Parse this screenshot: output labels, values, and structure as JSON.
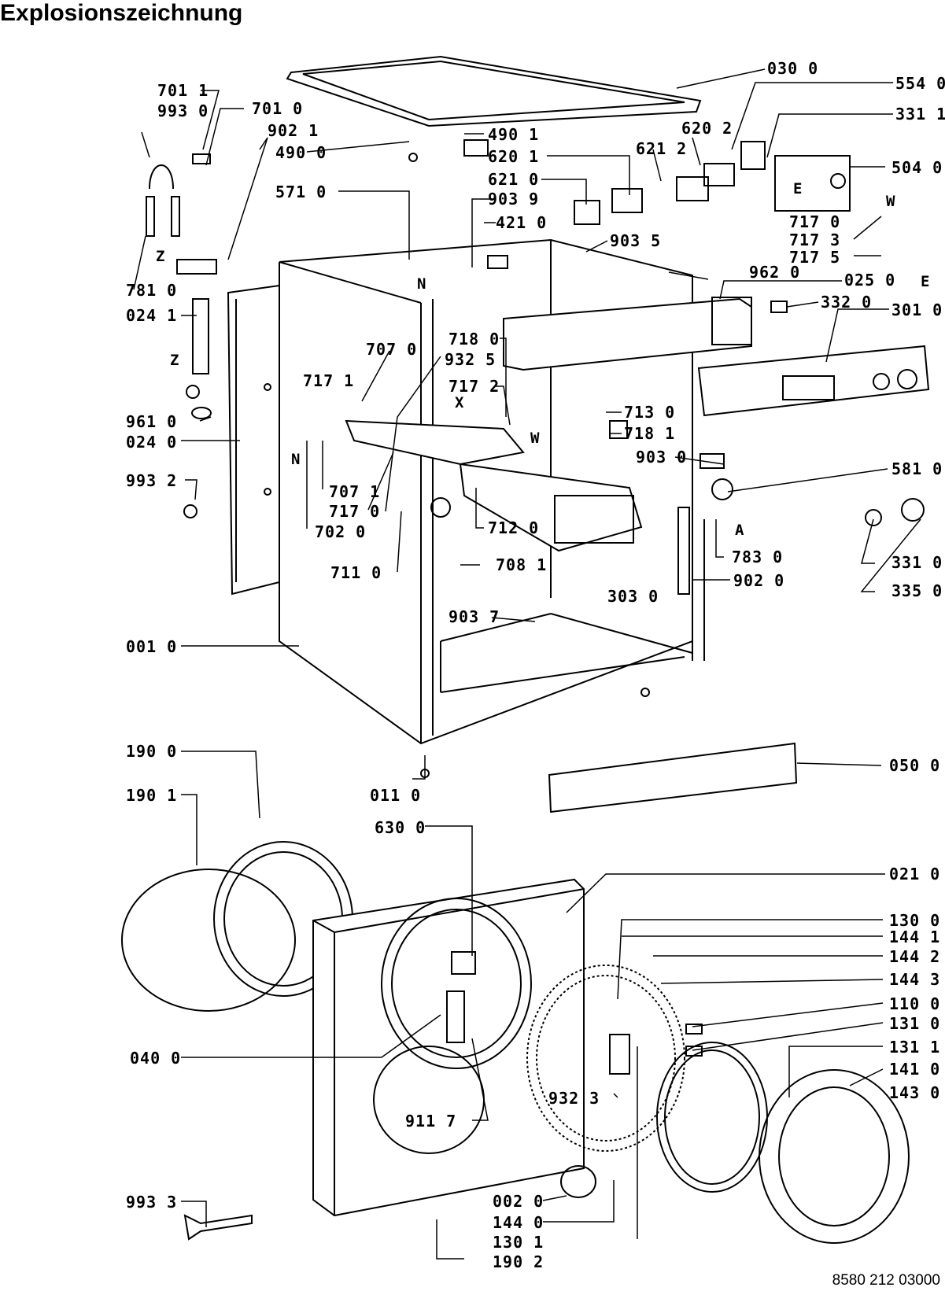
{
  "title": "Explosionszeichnung",
  "drawing_number": "8580 212 03000",
  "letters": {
    "N": "N",
    "Z": "Z",
    "E": "E",
    "W": "W",
    "X": "X",
    "A": "A"
  },
  "parts": {
    "p7011": "701 1",
    "p9930": "993 0",
    "p7010": "701 0",
    "p9021": "902 1",
    "p4900": "490 0",
    "p5710": "571 0",
    "p7810": "781 0",
    "p0241": "024 1",
    "p9610": "961 0",
    "p0240": "024 0",
    "p9932": "993 2",
    "p7070": "707 0",
    "p7171": "717 1",
    "p7180": "718 0",
    "p9325": "932 5",
    "p7172": "717 2",
    "p7071": "707 1",
    "p7170": "717 0",
    "p7020": "702 0",
    "p7120": "712 0",
    "p7110": "711 0",
    "p7081": "708 1",
    "p9037": "903 7",
    "p0010": "001 0",
    "p0300": "030 0",
    "p5540": "554 0",
    "p4901": "490 1",
    "p6201": "620 1",
    "p6202": "620 2",
    "p3311": "331 1",
    "p6212": "621 2",
    "p6210": "621 0",
    "p5040": "504 0",
    "p9039": "903 9",
    "p4210": "421 0",
    "p9035": "903 5",
    "p7173": "717 3",
    "p7175": "717 5",
    "p9620": "962 0",
    "p0250": "025 0",
    "p3320": "332 0",
    "p3010": "301 0",
    "p7130": "713 0",
    "p7181": "718 1",
    "p9030": "903 0",
    "p5810": "581 0",
    "p7830": "783 0",
    "p3310": "331 0",
    "p9020": "902 0",
    "p3350": "335 0",
    "p3030": "303 0",
    "p1900": "190 0",
    "p0110": "011 0",
    "p0500": "050 0",
    "p1901": "190 1",
    "p6300": "630 0",
    "p0210": "021 0",
    "p1300": "130 0",
    "p1441": "144 1",
    "p1442": "144 2",
    "p1443": "144 3",
    "p1100": "110 0",
    "p0400": "040 0",
    "p1310": "131 0",
    "p1311": "131 1",
    "p1410": "141 0",
    "p9323": "932 3",
    "p1430": "143 0",
    "p9117": "911 7",
    "p0020": "002 0",
    "p1440": "144 0",
    "p9933": "993 3",
    "p1301": "130 1",
    "p1902": "190 2"
  }
}
